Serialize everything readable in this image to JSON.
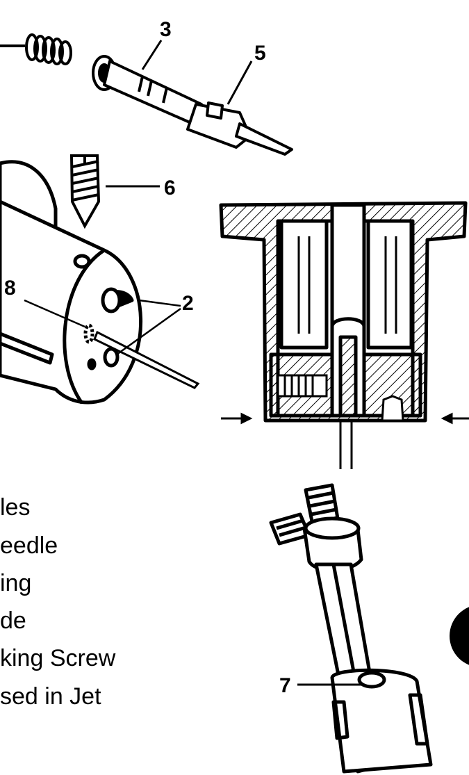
{
  "callouts": {
    "n2": "2",
    "n3": "3",
    "n5": "5",
    "n6": "6",
    "n7": "7",
    "n8": "8"
  },
  "legend": [
    "les",
    "eedle",
    "ing",
    "de",
    "king Screw",
    "sed in Jet"
  ]
}
